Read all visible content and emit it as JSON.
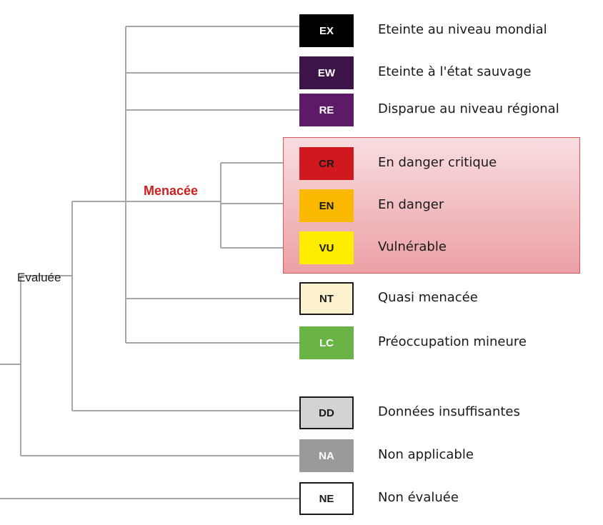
{
  "labels": {
    "evaluated": "Evaluée",
    "threatened": "Menacée"
  },
  "colors": {
    "line": "#a6a6a6",
    "threatened_label": "#cc1f1f",
    "threat_zone_border": "#d9575e"
  },
  "categories": [
    {
      "code": "EX",
      "label": "Eteinte au niveau mondial",
      "fill": "#000000",
      "text_color": "#ffffff",
      "border": "none"
    },
    {
      "code": "EW",
      "label": "Eteinte à l'état sauvage",
      "fill": "#3d1449",
      "text_color": "#ffffff",
      "border": "none"
    },
    {
      "code": "RE",
      "label": "Disparue au niveau régional",
      "fill": "#5c1a68",
      "text_color": "#ffffff",
      "border": "none"
    },
    {
      "code": "CR",
      "label": "En danger critique",
      "fill": "#d2181f",
      "text_color": "#1a1a1a",
      "border": "none"
    },
    {
      "code": "EN",
      "label": "En danger",
      "fill": "#fbb800",
      "text_color": "#1a1a1a",
      "border": "none"
    },
    {
      "code": "VU",
      "label": "Vulnérable",
      "fill": "#ffed00",
      "text_color": "#1a1a1a",
      "border": "none"
    },
    {
      "code": "NT",
      "label": "Quasi menacée",
      "fill": "#fcf2cd",
      "text_color": "#1a1a1a",
      "border": "#1a1a1a"
    },
    {
      "code": "LC",
      "label": "Préoccupation mineure",
      "fill": "#6ab446",
      "text_color": "#ffffff",
      "border": "none"
    },
    {
      "code": "DD",
      "label": "Données insuffisantes",
      "fill": "#d3d3d3",
      "text_color": "#1a1a1a",
      "border": "#1a1a1a"
    },
    {
      "code": "NA",
      "label": "Non applicable",
      "fill": "#9a9a9a",
      "text_color": "#ffffff",
      "border": "none"
    },
    {
      "code": "NE",
      "label": "Non évaluée",
      "fill": "#ffffff",
      "text_color": "#1a1a1a",
      "border": "#1a1a1a"
    }
  ]
}
